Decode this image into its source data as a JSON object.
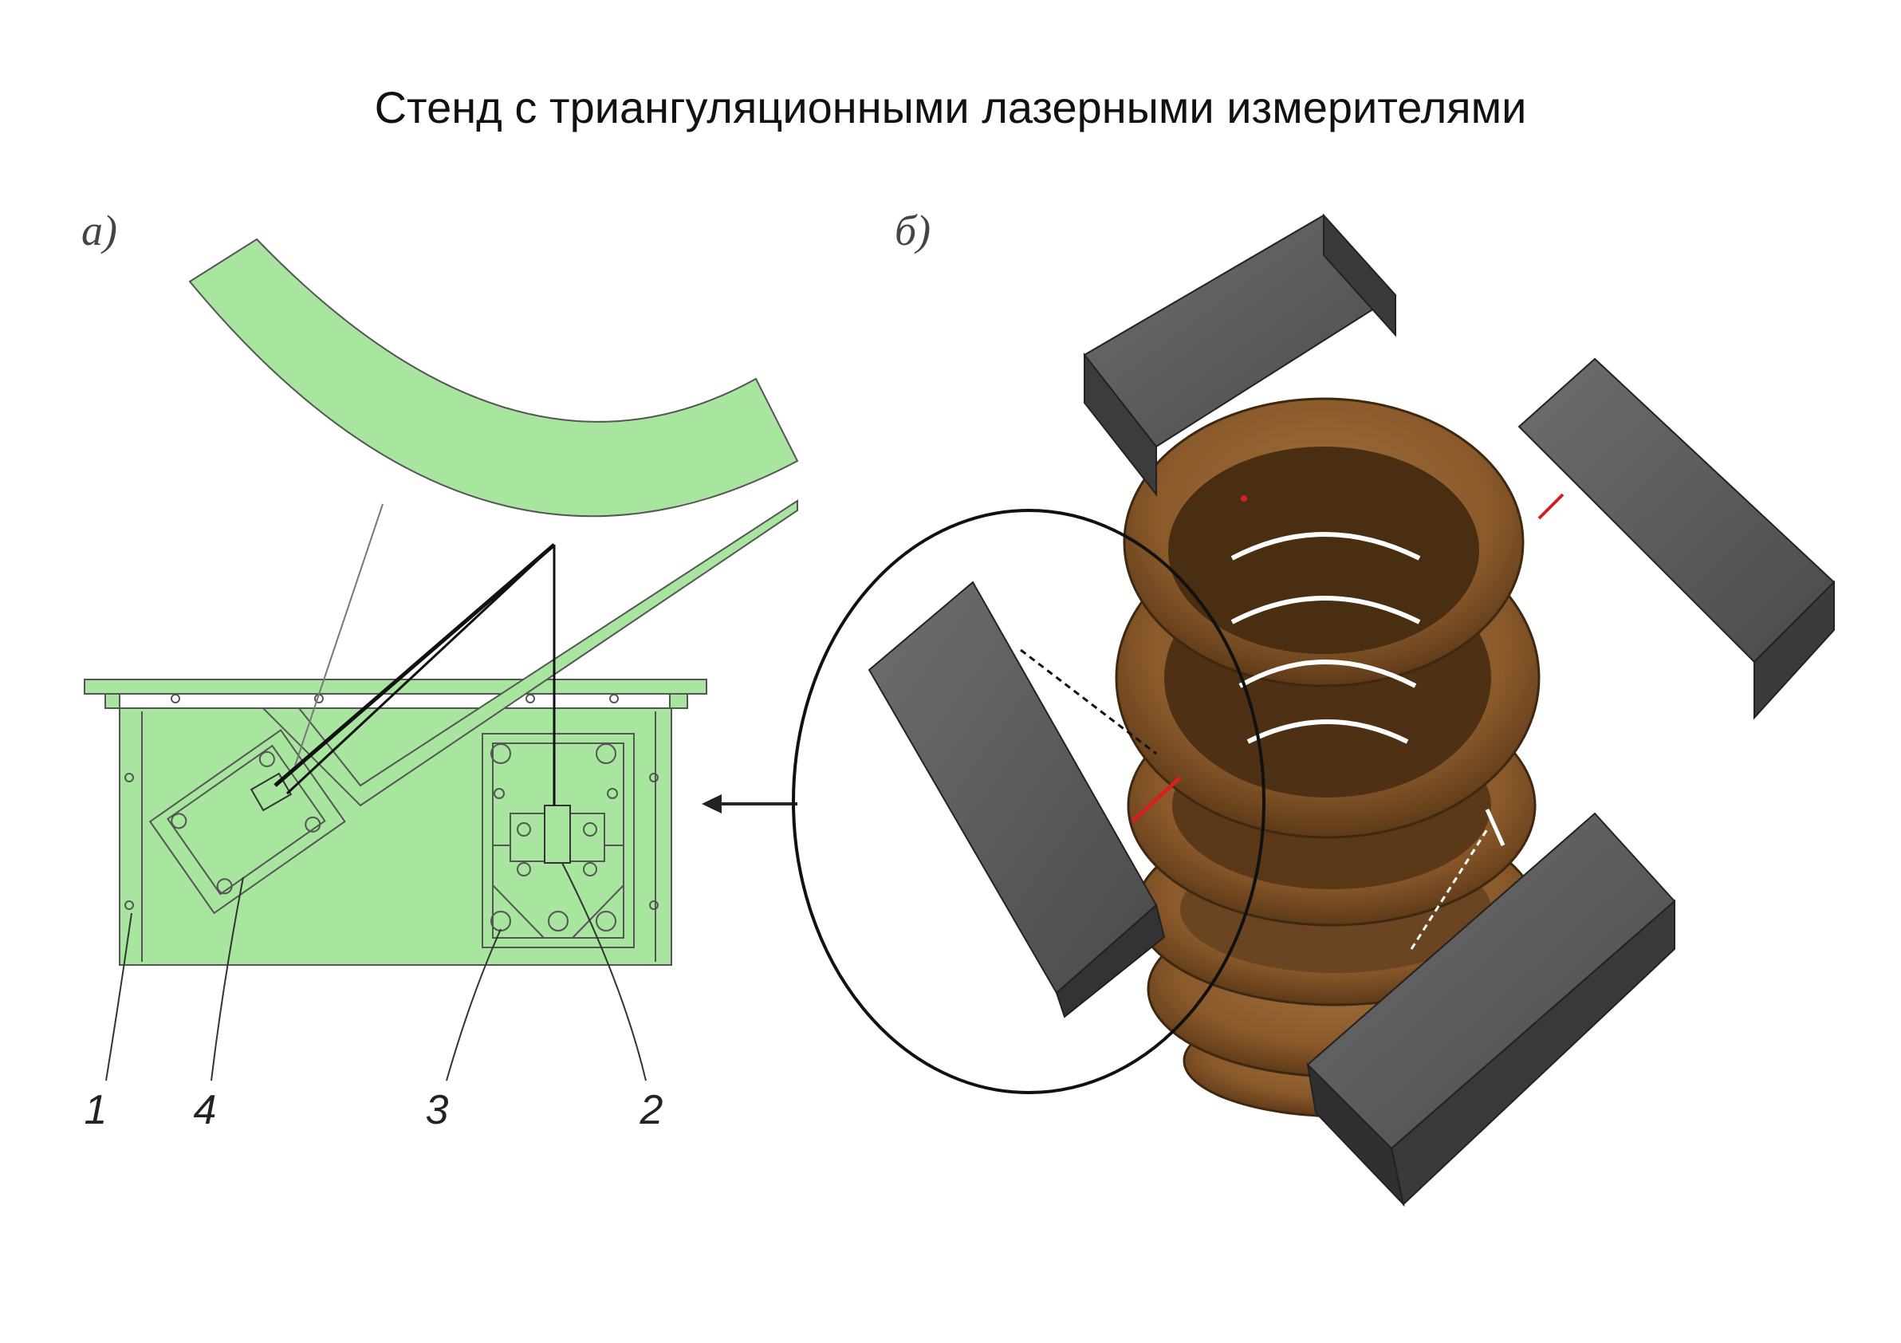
{
  "title": "Стенд с триангуляционными лазерными измерителями",
  "panels": {
    "a": {
      "label": "а)"
    },
    "b": {
      "label": "б)"
    }
  },
  "callouts": [
    "1",
    "4",
    "3",
    "2"
  ],
  "colors": {
    "drawing_fill": "#a8e6a0",
    "drawing_stroke": "#555555",
    "sensor_housing": "#5a5a5a",
    "spring": "#8b5a2b",
    "laser_beam": "#d42020"
  }
}
